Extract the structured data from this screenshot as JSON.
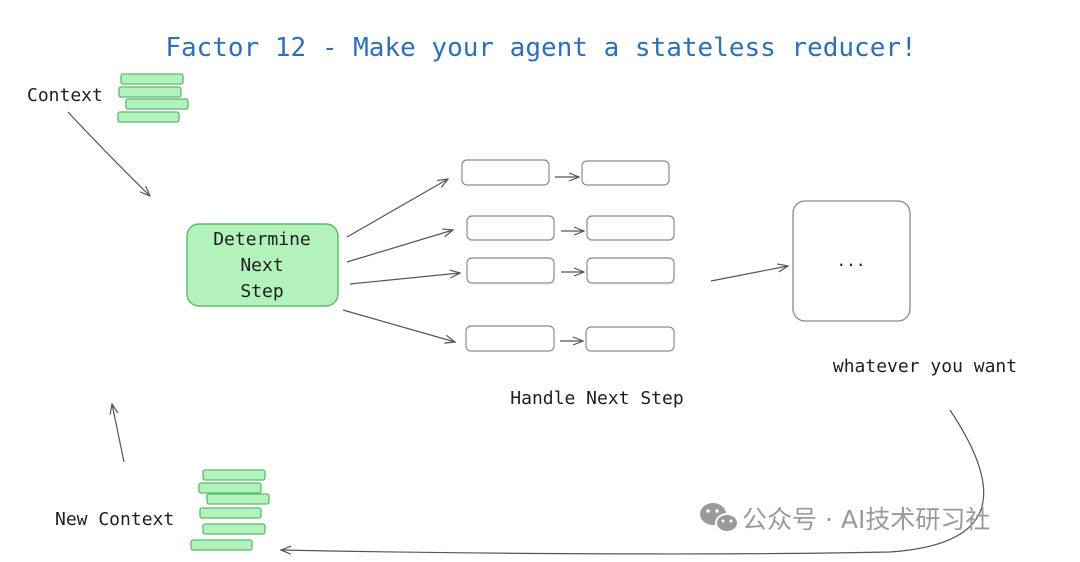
{
  "title": "Factor 12 - Make your agent a stateless reducer!",
  "context_label": "Context",
  "new_context_label": "New Context",
  "determine_lines": [
    "Determine",
    "Next",
    "Step"
  ],
  "handle_label": "Handle Next Step",
  "ellipsis": "...",
  "whatever_label": "whatever you want",
  "watermark": "公众号 · AI技术研习社",
  "colors": {
    "title": "#2e6fb8",
    "green_fill": "#b2f2bb",
    "green_stroke": "#5fb86f",
    "ink": "#1e1e1e",
    "box_stroke": "#8c8c8c"
  },
  "icons": [
    "wechat-icon"
  ]
}
